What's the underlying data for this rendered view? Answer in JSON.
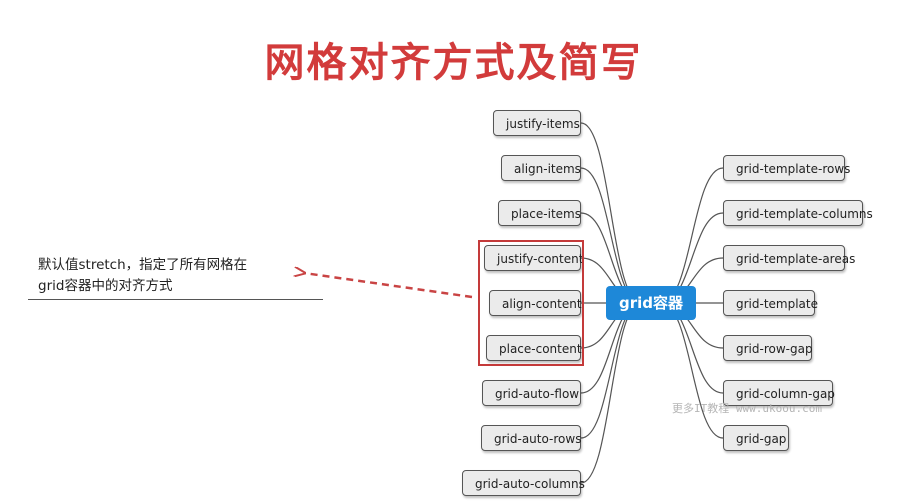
{
  "title": "网格对齐方式及简写",
  "center_label": "grid容器",
  "left_nodes": [
    "justify-items",
    "align-items",
    "place-items",
    "justify-content",
    "align-content",
    "place-content",
    "grid-auto-flow",
    "grid-auto-rows",
    "grid-auto-columns"
  ],
  "right_nodes": [
    "grid-template-rows",
    "grid-template-columns",
    "grid-template-areas",
    "grid-template",
    "grid-row-gap",
    "grid-column-gap",
    "grid-gap"
  ],
  "note": {
    "line1": "默认值stretch，指定了所有网格在",
    "line2": "grid容器中的对齐方式"
  },
  "watermark": "更多IT教程 www.ukoou.com",
  "colors": {
    "title": "#d23b3b",
    "center": "#1e88d8",
    "highlight": "#c43a3a",
    "arrow": "#c94444"
  }
}
